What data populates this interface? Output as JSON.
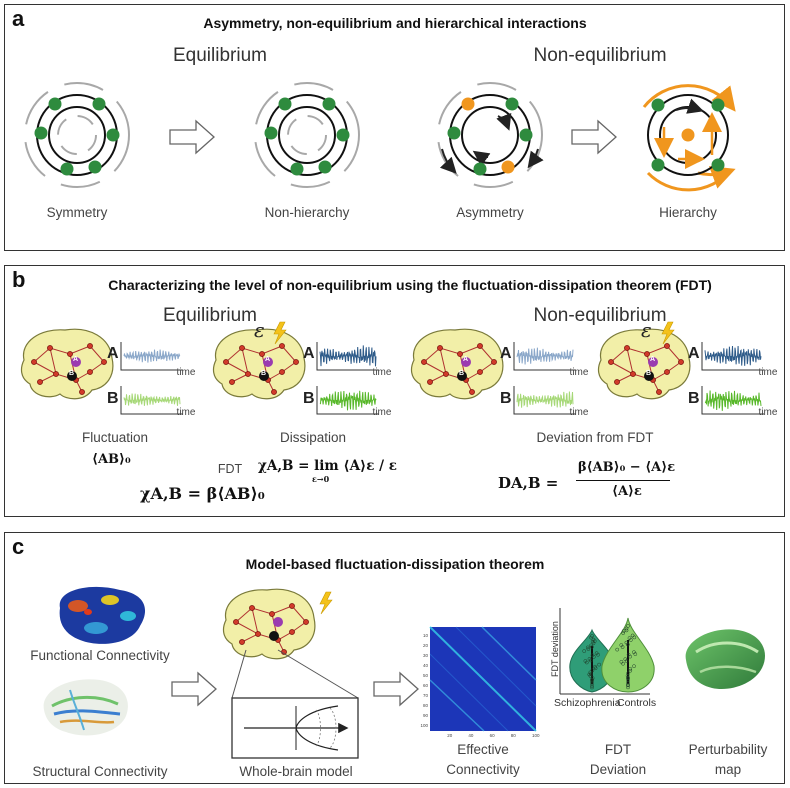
{
  "panel_a": {
    "label": "a",
    "title": "Asymmetry, non-equilibrium and hierarchical interactions",
    "equilibrium": "Equilibrium",
    "non_equilibrium": "Non-equilibrium",
    "captions": [
      "Symmetry",
      "Non-hierarchy",
      "Asymmetry",
      "Hierarchy"
    ]
  },
  "panel_b": {
    "label": "b",
    "title": "Characterizing the level of non-equilibrium using the fluctuation-dissipation theorem (FDT)",
    "equilibrium": "Equilibrium",
    "non_equilibrium": "Non-equilibrium",
    "epsilon": "ε",
    "signal_a": "A",
    "signal_b": "B",
    "time": "time",
    "node_a": "A",
    "node_b": "B",
    "fluctuation": "Fluctuation",
    "fluctuation_formula": "⟨AB⟩₀",
    "fdt": "FDT",
    "fdt_formula": "χA,B = β⟨AB⟩₀",
    "dissipation": "Dissipation",
    "dissipation_formula": "χA,B = lim ⟨A⟩ε / ε",
    "dissipation_limit": "ε→0",
    "deviation": "Deviation from FDT",
    "deviation_formula_lhs": "DA,B =",
    "deviation_numerator": "β⟨AB⟩₀ − ⟨A⟩ε",
    "deviation_denominator": "⟨A⟩ε"
  },
  "panel_c": {
    "label": "c",
    "title": "Model-based fluctuation-dissipation theorem",
    "functional": "Functional Connectivity",
    "structural": "Structural Connectivity",
    "whole_brain": "Whole-brain model",
    "effective": [
      "Effective",
      "Connectivity"
    ],
    "fdt_dev": [
      "FDT",
      "Deviation"
    ],
    "perturb": [
      "Perturbability",
      "map"
    ],
    "violin_ylabel": "FDT deviation",
    "violin_groups": [
      "Schizophrenia",
      "Controls"
    ],
    "matrix_ticks": [
      "10",
      "20",
      "30",
      "40",
      "50",
      "60",
      "70",
      "80",
      "90",
      "100"
    ]
  },
  "colors": {
    "green_node": "#2e8b3e",
    "orange_node": "#f0961e",
    "gray_arrow": "#a8a8a8",
    "brain": "#f2efa8",
    "signal_light_blue": "#8aa7c9",
    "signal_dark_blue": "#2f5c8a",
    "signal_light_green": "#a6d877",
    "signal_green": "#58b82a",
    "violin_teal": "#2f9d78",
    "violin_green": "#8fd16a"
  }
}
